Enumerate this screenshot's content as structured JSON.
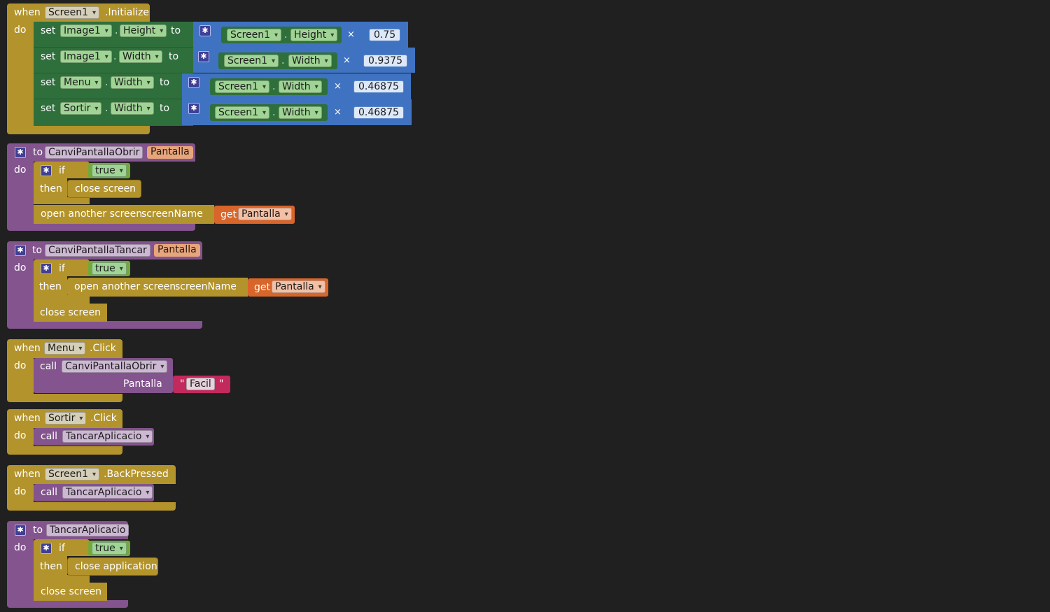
{
  "blocks": {
    "init": {
      "when": "when",
      "component": "Screen1",
      "event": ".Initialize",
      "do": "do",
      "set_kw": "set",
      "to_kw": "to",
      "times": "×",
      "rows": [
        {
          "comp": "Image1",
          "prop": "Height",
          "src_comp": "Screen1",
          "src_prop": "Height",
          "factor": "0.75"
        },
        {
          "comp": "Image1",
          "prop": "Width",
          "src_comp": "Screen1",
          "src_prop": "Width",
          "factor": "0.9375"
        },
        {
          "comp": "Menu",
          "prop": "Width",
          "src_comp": "Screen1",
          "src_prop": "Width",
          "factor": "0.46875"
        },
        {
          "comp": "Sortir",
          "prop": "Width",
          "src_comp": "Screen1",
          "src_prop": "Width",
          "factor": "0.46875"
        }
      ]
    },
    "proc_obrir": {
      "to_kw": "to",
      "name": "CanviPantallaObrir",
      "param": "Pantalla",
      "do": "do",
      "if_kw": "if",
      "cond": "true",
      "then_kw": "then",
      "then_action": "close screen",
      "open_label": "open another screen",
      "screen_name_label": "screenName",
      "get_kw": "get",
      "get_var": "Pantalla"
    },
    "proc_tancar": {
      "to_kw": "to",
      "name": "CanviPantallaTancar",
      "param": "Pantalla",
      "do": "do",
      "if_kw": "if",
      "cond": "true",
      "then_kw": "then",
      "open_label": "open another screen",
      "screen_name_label": "screenName",
      "get_kw": "get",
      "get_var": "Pantalla",
      "after_action": "close screen"
    },
    "menu_click": {
      "when": "when",
      "component": "Menu",
      "event": ".Click",
      "do": "do",
      "call_kw": "call",
      "proc": "CanviPantallaObrir",
      "arg_label": "Pantalla",
      "string_open": "\"",
      "string_value": "Facil",
      "string_close": "\""
    },
    "sortir_click": {
      "when": "when",
      "component": "Sortir",
      "event": ".Click",
      "do": "do",
      "call_kw": "call",
      "proc": "TancarAplicacio"
    },
    "back_pressed": {
      "when": "when",
      "component": "Screen1",
      "event": ".BackPressed",
      "do": "do",
      "call_kw": "call",
      "proc": "TancarAplicacio"
    },
    "proc_close_app": {
      "to_kw": "to",
      "name": "TancarAplicacio",
      "do": "do",
      "if_kw": "if",
      "cond": "true",
      "then_kw": "then",
      "then_action": "close application",
      "after_action": "close screen"
    }
  },
  "colors": {
    "background": "#202020",
    "event": "#b3932b",
    "procedure": "#83548d",
    "setter": "#2f6f3c",
    "math": "#3f73c2",
    "logic": "#74a83a",
    "text": "#c2295c",
    "variable": "#d8652a"
  },
  "icons": {
    "mutator": "gear-icon",
    "dropdown": "chevron-down-icon"
  }
}
